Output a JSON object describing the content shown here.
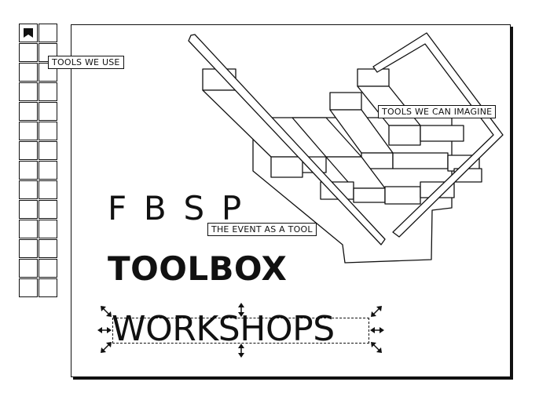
{
  "palette": {
    "active_tool_icon": "bookmark-icon",
    "rows": 14,
    "columns": 2
  },
  "labels": {
    "tools_we_use": "TOOLS WE USE",
    "tools_we_can_imagine": "TOOLS WE CAN IMAGINE",
    "event_as_tool": "THE EVENT AS A TOOL"
  },
  "titles": {
    "fbsp": "F B S P",
    "toolbox": "TOOLBOX",
    "workshops": "WORKSHOPS"
  },
  "colors": {
    "ink": "#111111",
    "paper": "#ffffff"
  }
}
